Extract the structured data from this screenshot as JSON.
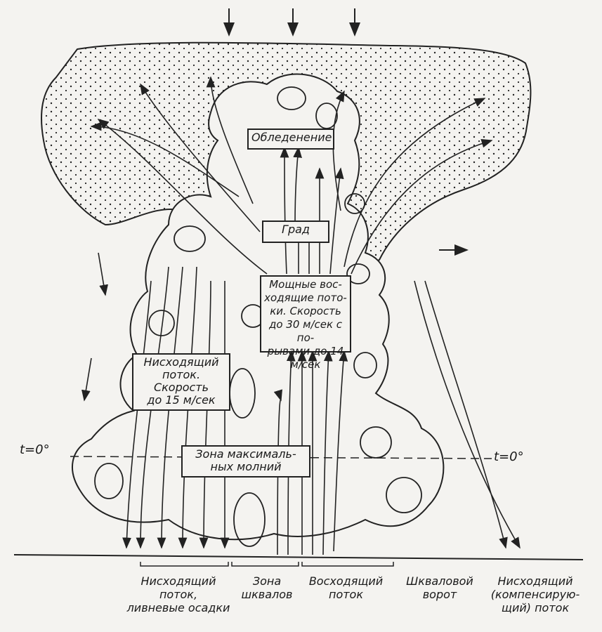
{
  "boxes": {
    "icing": "Обледенение",
    "hail": "Град",
    "updraft": "Мощные вос-\nходящие пото-\nки. Скорость\nдо 30 м/сек с по-\nрывами до 14 м/сек",
    "downdraft": "Нисходящий\nпоток.\nСкорость\nдо 15 м/сек",
    "lightning": "Зона максималь-\nных молний"
  },
  "isotherm": {
    "left": "t=0°",
    "right": "t=0°"
  },
  "zones": [
    "Нисходящий\nпоток,\nливневые осадки",
    "Зона\nшквалов",
    "Восходящий\nпоток",
    "Шкваловой\nворот",
    "Нисходящий\n(компенсирую-\nщий) поток"
  ],
  "colors": {
    "ink": "#1a1a1a",
    "paper": "#f4f3f0"
  }
}
